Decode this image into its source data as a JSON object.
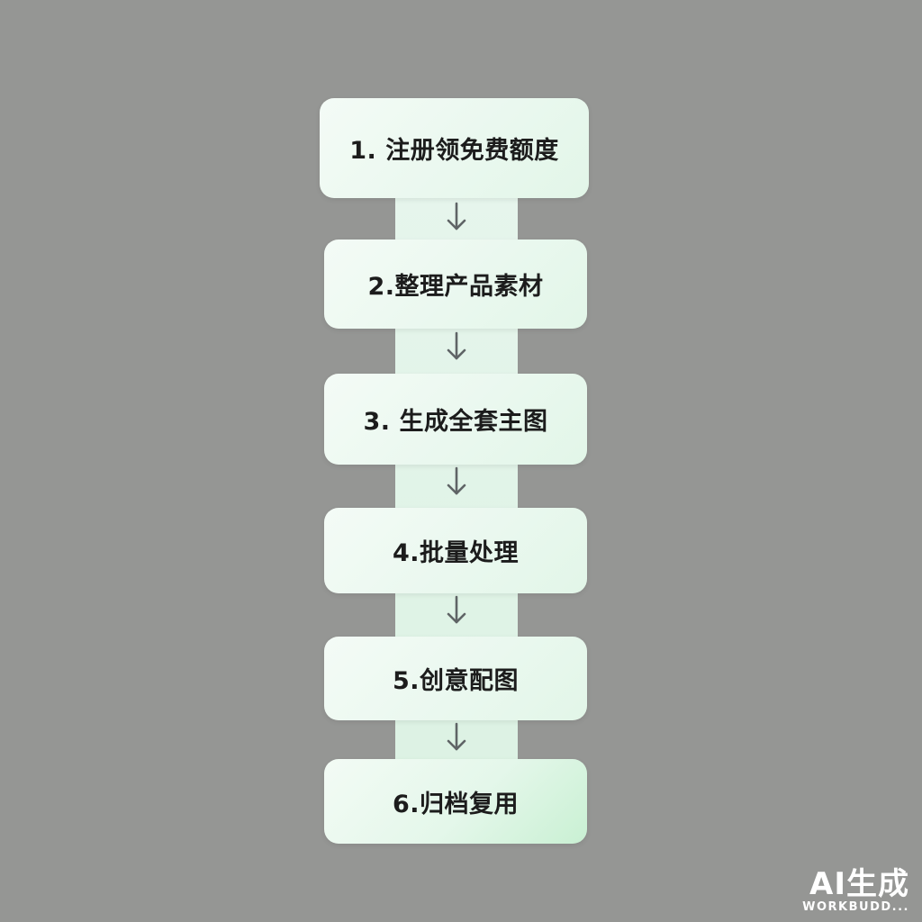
{
  "steps": [
    {
      "label": "1. 注册领免费额度"
    },
    {
      "label": "2.整理产品素材"
    },
    {
      "label": "3. 生成全套主图"
    },
    {
      "label": "4.批量处理"
    },
    {
      "label": "5.创意配图"
    },
    {
      "label": "6.归档复用"
    }
  ],
  "arrow_icon": "arrow-down-icon",
  "colors": {
    "background": "#959694",
    "card": "#eaf8ef",
    "card_accent": "#c9f0d3",
    "connector": "#dcf2e3",
    "arrow": "#5f6466",
    "text": "#1c1c1c"
  },
  "watermark": {
    "main": "AI生成",
    "sub": "WORKBUDD..."
  }
}
